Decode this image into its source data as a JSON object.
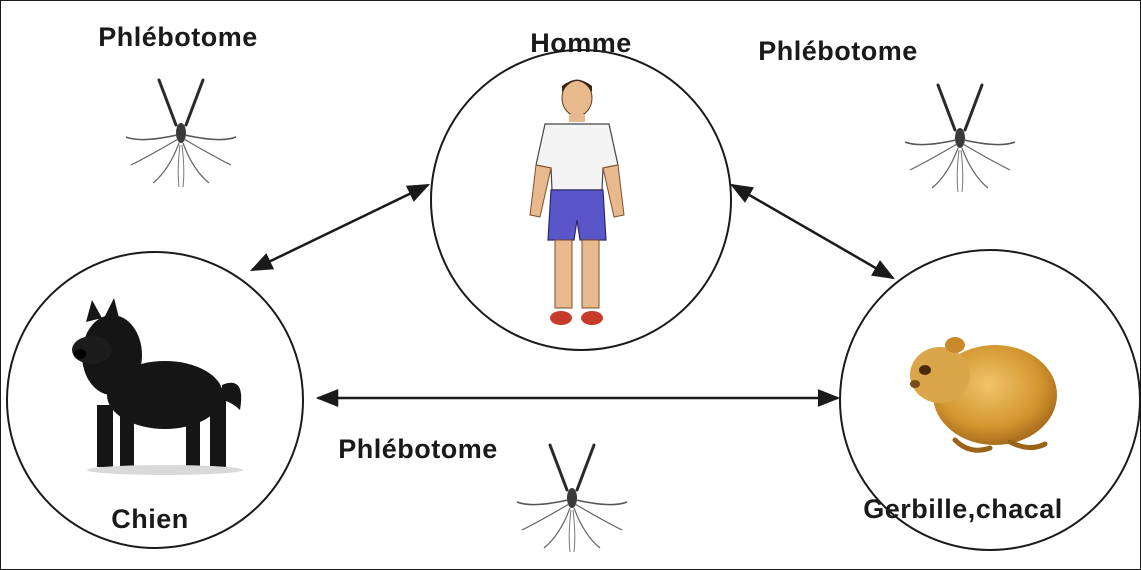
{
  "hosts": {
    "human": "Homme",
    "dog": "Chien",
    "rodent": "Gerbille,chacal"
  },
  "vectors": {
    "top_left": "Phlébotome",
    "top_right": "Phlébotome",
    "bottom": "Phlébotome"
  },
  "colors": {
    "background": "#ffffff",
    "line": "#1a1a1a",
    "dog": "#151515",
    "shorts": "#5a55c8",
    "shirt": "#f4f4f4",
    "skin": "#e8b98c",
    "rodent": "#d49a3a",
    "mosquito": "#333333"
  }
}
